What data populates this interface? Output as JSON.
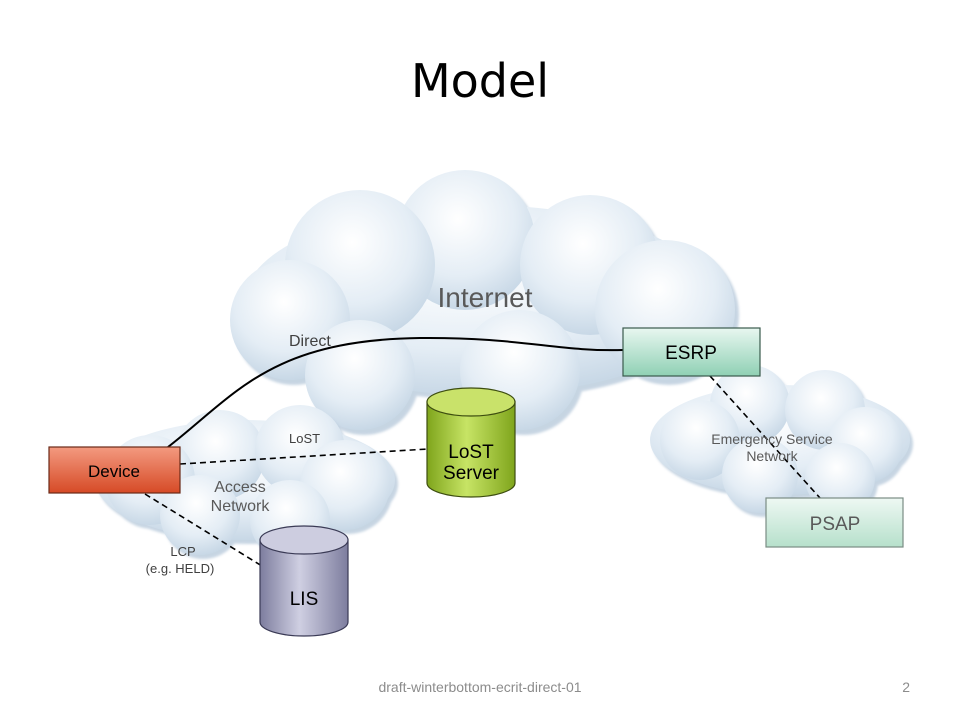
{
  "slide": {
    "title": "Model",
    "footer": "draft-winterbottom-ecrit-direct-01",
    "page_number": "2"
  },
  "clouds": {
    "internet": "Internet",
    "access_network_line1": "Access",
    "access_network_line2": "Network",
    "emergency_line1": "Emergency Service",
    "emergency_line2": "Network"
  },
  "nodes": {
    "device": "Device",
    "esrp": "ESRP",
    "psap": "PSAP",
    "lost_server_line1": "LoST",
    "lost_server_line2": "Server",
    "lis": "LIS"
  },
  "links": {
    "direct": "Direct",
    "lost": "LoST",
    "lcp_line1": "LCP",
    "lcp_line2": "(e.g. HELD)"
  },
  "colors": {
    "cloud_fill": "#d5e2ee",
    "device_fill": "#e2603f",
    "esrp_fill": "#b3e3cf",
    "psap_fill": "#cdeadc",
    "lost_fill": "#a9cc3a",
    "lis_fill": "#a8a8c4"
  }
}
